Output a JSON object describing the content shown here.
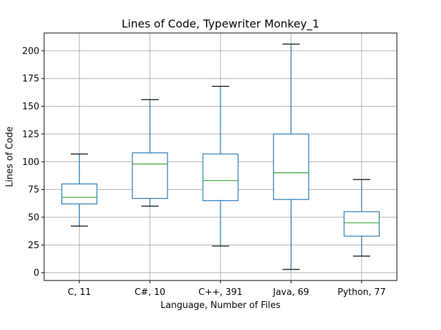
{
  "chart_data": {
    "type": "box",
    "title": "Lines of Code, Typewriter Monkey_1",
    "xlabel": "Language, Number of Files",
    "ylabel": "Lines of Code",
    "ylim": [
      -7,
      216
    ],
    "yticks": [
      0,
      25,
      50,
      75,
      100,
      125,
      150,
      175,
      200
    ],
    "grid": true,
    "categories": [
      "C, 11",
      "C#, 10",
      "C++, 391",
      "Java, 69",
      "Python, 77"
    ],
    "boxes": [
      {
        "whisker_low": 42,
        "q1": 62,
        "median": 68,
        "q3": 80,
        "whisker_high": 107
      },
      {
        "whisker_low": 60,
        "q1": 67,
        "median": 98,
        "q3": 108,
        "whisker_high": 156
      },
      {
        "whisker_low": 24,
        "q1": 65,
        "median": 83,
        "q3": 107,
        "whisker_high": 168
      },
      {
        "whisker_low": 3,
        "q1": 66,
        "median": 90,
        "q3": 125,
        "whisker_high": 206
      },
      {
        "whisker_low": 15,
        "q1": 33,
        "median": 45,
        "q3": 55,
        "whisker_high": 84
      }
    ],
    "colors": {
      "box": "#1f77b4",
      "median": "#2ca02c",
      "cap": "#000000",
      "grid": "#b0b0b0"
    }
  }
}
